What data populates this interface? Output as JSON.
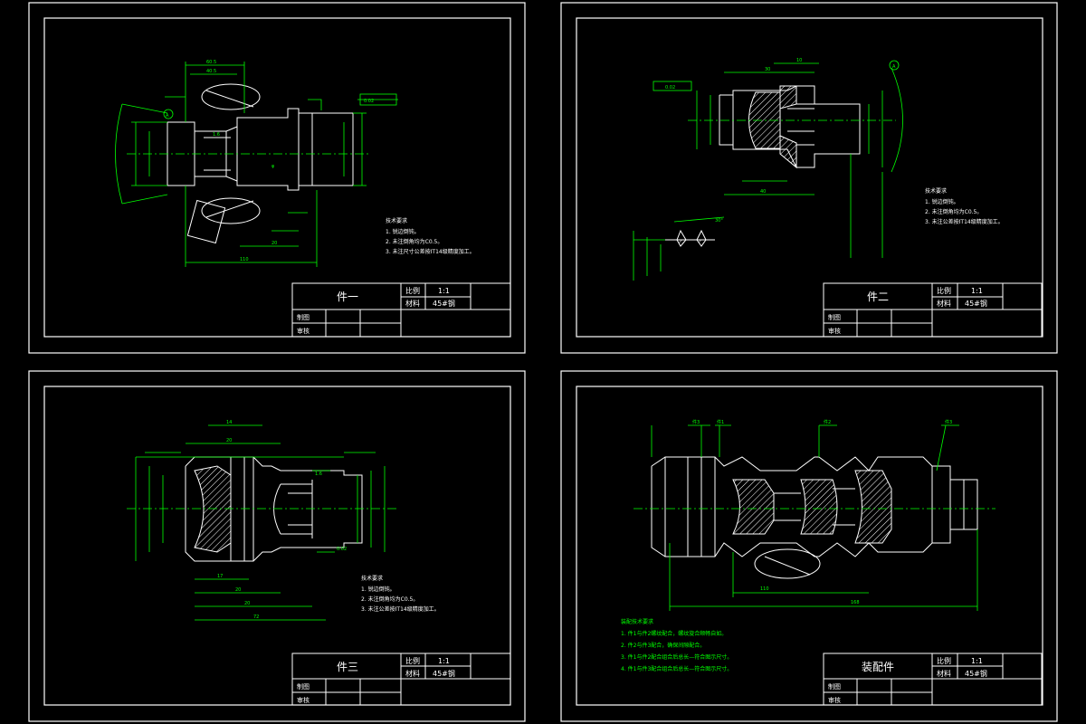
{
  "sheets": [
    {
      "id": "s1",
      "part_name": "件一",
      "scale_label": "比例",
      "scale_value": "1:1",
      "material_label": "材料",
      "material_value": "45#钢",
      "drawn_label": "制图",
      "checked_label": "审核",
      "tech_title": "技术要求",
      "tech_notes": [
        "1. 锐边倒钝。",
        "2. 未注倒角均为C0.5。",
        "3. 未注尺寸公差按IT14级精度加工。"
      ]
    },
    {
      "id": "s2",
      "part_name": "件二",
      "scale_label": "比例",
      "scale_value": "1:1",
      "material_label": "材料",
      "material_value": "45#钢",
      "drawn_label": "制图",
      "checked_label": "审核",
      "tech_title": "技术要求",
      "tech_notes": [
        "1. 锐边倒钝。",
        "2. 未注倒角均为C0.5。",
        "3. 未注公差按IT14级精度加工。"
      ]
    },
    {
      "id": "s3",
      "part_name": "件三",
      "scale_label": "比例",
      "scale_value": "1:1",
      "material_label": "材料",
      "material_value": "45#钢",
      "drawn_label": "制图",
      "checked_label": "审核",
      "tech_title": "技术要求",
      "tech_notes": [
        "1. 锐边倒钝。",
        "2. 未注倒角均为C0.5。",
        "3. 未注公差按IT14级精度加工。"
      ]
    },
    {
      "id": "s4",
      "part_name": "装配件",
      "scale_label": "比例",
      "scale_value": "1:1",
      "material_label": "材料",
      "material_value": "45#钢",
      "drawn_label": "制图",
      "checked_label": "审核",
      "tech_title": "装配技术要求",
      "tech_notes": [
        "1. 件1与件2螺纹配合，螺纹旋合顺畅自如。",
        "2. 件2与件3配合，确保间隙配合。",
        "3. 件1与件2配合组合后总长—符合图示尺寸。",
        "4. 件1与件3配合组合后总长—符合图示尺寸。"
      ],
      "balloons": [
        "件3",
        "件1",
        "件2",
        "件3"
      ]
    }
  ],
  "colors": {
    "background": "#000000",
    "frame": "#ffffff",
    "dimension": "#00ff00",
    "hatch": "#ffffff"
  }
}
